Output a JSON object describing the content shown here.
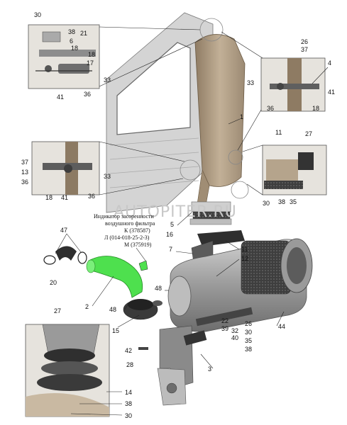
{
  "diagram": {
    "watermark": "AUTOPITER.RU",
    "note_lines": [
      "Индикатор засоренности",
      "воздушного фильтра",
      "К (378587)",
      "Л (014-018-25-2-3)",
      "М (375919)"
    ],
    "callouts": {
      "c1": "1",
      "c2": "2",
      "c3": "3",
      "c4": "4",
      "c5": "5",
      "c6": "6",
      "c7": "7",
      "c11": "11",
      "c12": "12",
      "c13": "13",
      "c14": "14",
      "c15": "15",
      "c16": "16",
      "c17": "17",
      "c18": "18",
      "c20": "20",
      "c21": "21",
      "c22": "22",
      "c26": "26",
      "c27": "27",
      "c28": "28",
      "c30": "30",
      "c32": "32",
      "c33": "33",
      "c35": "35",
      "c36": "36",
      "c37": "37",
      "c38": "38",
      "c39": "39",
      "c40": "40",
      "c41": "41",
      "c42": "42",
      "c44": "44",
      "c47": "47",
      "c48": "48"
    },
    "colors": {
      "body_tan": "#b9a68d",
      "cab_grey": "#cfcfcf",
      "hose_green": "#4ee04e",
      "dark_metal": "#3a3a3a",
      "filter_grey": "#8b8b8b"
    }
  }
}
